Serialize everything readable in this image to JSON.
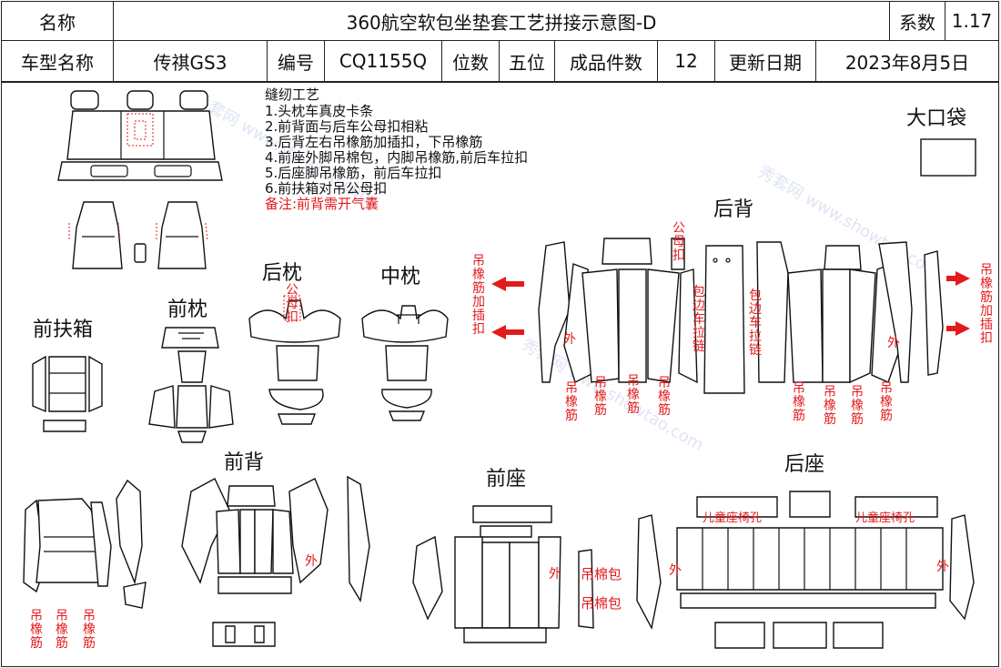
{
  "header": {
    "name_label": "名称",
    "title": "360航空软包坐垫套工艺拼接示意图-D",
    "coef_label": "系数",
    "coef_value": "1.17",
    "model_label": "车型名称",
    "model_value": "传祺GS3",
    "code_label": "编号",
    "code_value": "CQ1155Q",
    "seats_label": "位数",
    "seats_value": "五位",
    "pieces_label": "成品件数",
    "pieces_value": "12",
    "date_label": "更新日期",
    "date_value": "2023年8月5日"
  },
  "process": {
    "title": "缝纫工艺",
    "steps": [
      "1.头枕车真皮卡条",
      "2.前背面与后车公母扣相粘",
      "3.后背左右吊橡筋加插扣，下吊橡筋",
      "4.前座外脚吊棉包，内脚吊橡筋,前后车拉扣",
      "5.后座脚吊橡筋，前后车拉扣",
      "6.前扶箱对吊公母扣"
    ],
    "note": "备注:前背需开气囊"
  },
  "sections": {
    "pocket": "大口袋",
    "rear_back": "后背",
    "rear_pillow": "后枕",
    "mid_pillow": "中枕",
    "front_pillow": "前枕",
    "front_armrest": "前扶箱",
    "front_back": "前背",
    "front_seat": "前座",
    "rear_seat": "后座"
  },
  "annotations": {
    "hang_elastic_clip": "吊橡筋加插扣",
    "hang_elastic": "吊橡筋",
    "outer": "外",
    "male": "公",
    "male_clip": "公母扣",
    "clip": "扣",
    "zipper_edge": "包边车拉链",
    "hang_cotton": "吊棉包",
    "child_seat_hole": "儿童座椅孔"
  },
  "watermark": "秀套网 www.showtao.com",
  "colors": {
    "accent": "#e31a1c",
    "line": "#111111"
  }
}
